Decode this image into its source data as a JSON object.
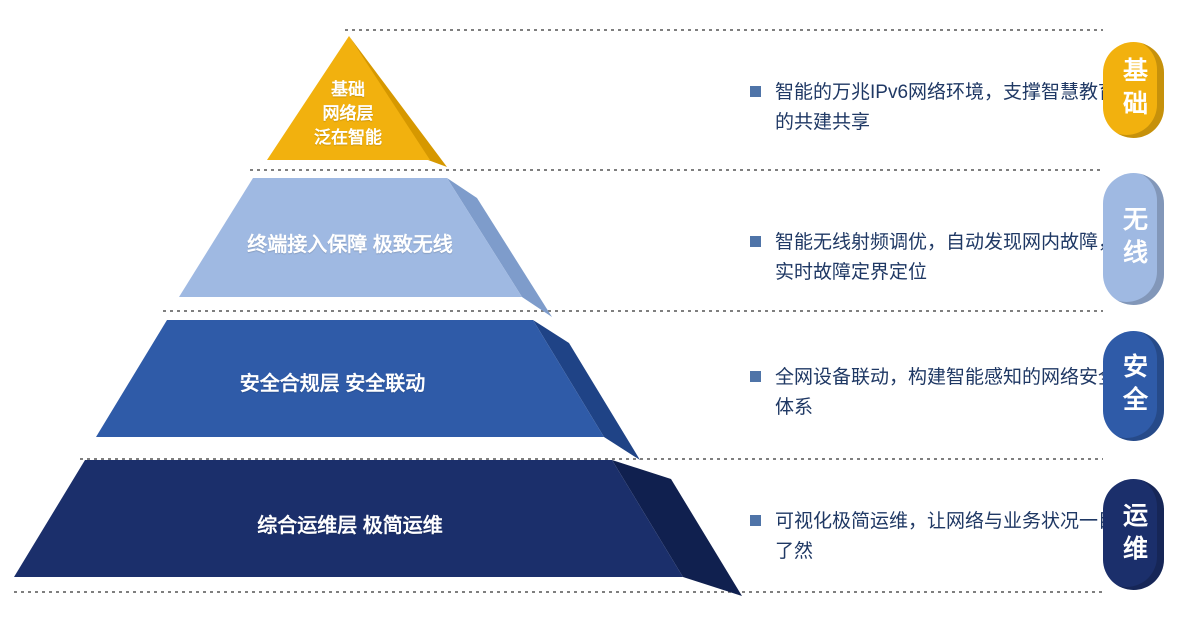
{
  "diagram": {
    "title": "campus-network-pyramid",
    "bullet_color": "#4F74A8",
    "text_color": "#1F3864",
    "layers": [
      {
        "id": "foundation",
        "pyramid_label": "基础\n网络层\n泛在智能",
        "badge": "基础",
        "description": "智能的万兆IPv6网络环境，支撑智慧教育的共建共享",
        "front_color": "#F2B10E",
        "side_color": "#D69800"
      },
      {
        "id": "wireless",
        "pyramid_label": "终端接入保障 极致无线",
        "badge": "无线",
        "description": "智能无线射频调优，自动发现网内故障，实时故障定界定位",
        "front_color": "#9FB9E2",
        "side_color": "#7E9CCB"
      },
      {
        "id": "security",
        "pyramid_label": "安全合规层 安全联动",
        "badge": "安全",
        "description": "全网设备联动，构建智能感知的网络安全体系",
        "front_color": "#2F5BA8",
        "side_color": "#1F4386"
      },
      {
        "id": "operations",
        "pyramid_label": "综合运维层 极简运维",
        "badge": "运维",
        "description": "可视化极简运维，让网络与业务状况一目了然",
        "front_color": "#1B2F6B",
        "side_color": "#10204F"
      }
    ]
  }
}
